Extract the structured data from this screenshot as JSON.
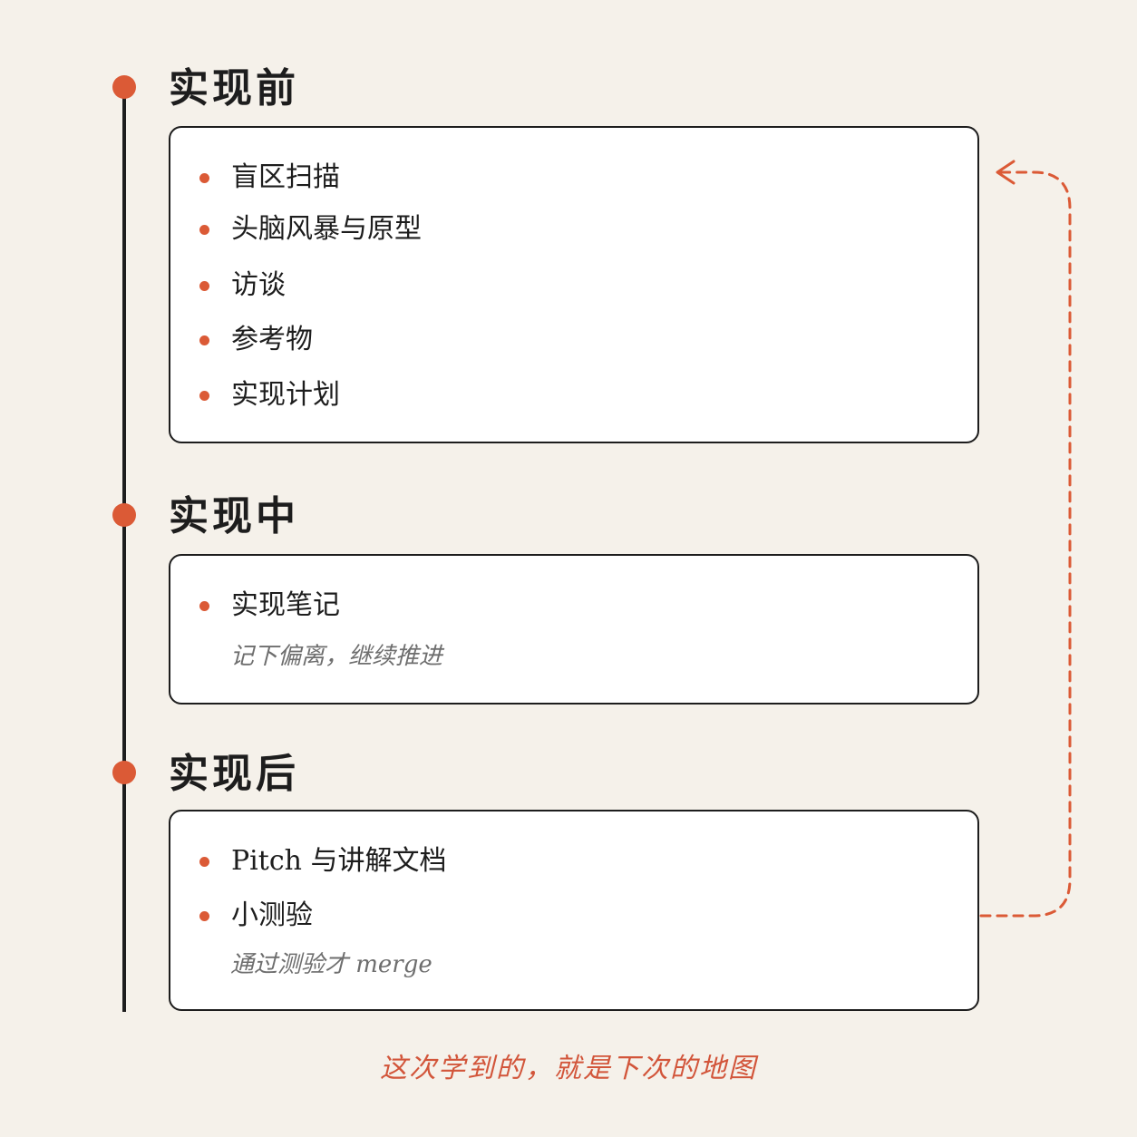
{
  "stages": [
    {
      "title": "实现前",
      "items": [
        "盲区扫描",
        "头脑风暴与原型",
        "访谈",
        "参考物",
        "实现计划"
      ]
    },
    {
      "title": "实现中",
      "items": [
        "实现笔记"
      ],
      "note": "记下偏离，继续推进"
    },
    {
      "title": "实现后",
      "items": [
        "Pitch 与讲解文档",
        "小测验"
      ],
      "note": "通过测验才 merge"
    }
  ],
  "footer": "这次学到的，就是下次的地图",
  "colors": {
    "accent": "#db5a36",
    "line": "#1d1d1d",
    "background": "#f5f1ea",
    "card": "#ffffff"
  }
}
